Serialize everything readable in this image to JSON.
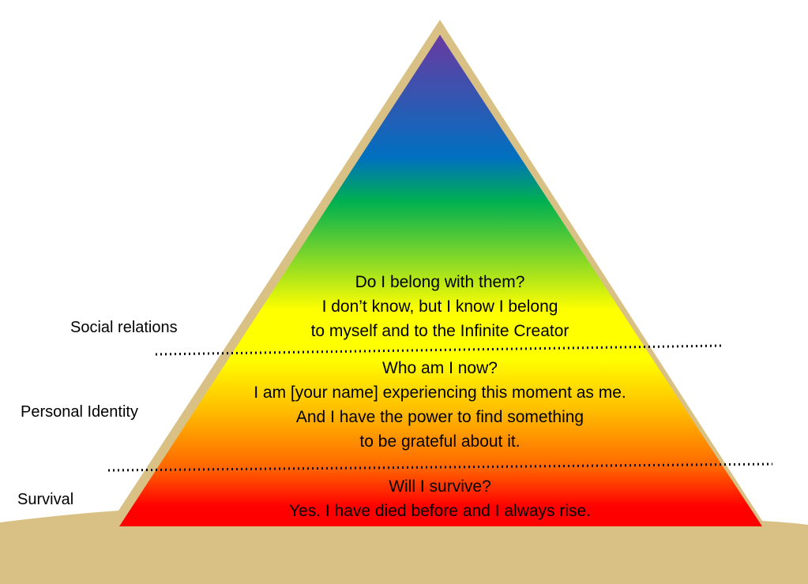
{
  "colors": {
    "ground": "#d9c185",
    "top": "#6a3aa0",
    "blue": "#0070c0",
    "green": "#00b050",
    "yellow": "#ffff00",
    "orange": "#ffc000",
    "red": "#ff0000"
  },
  "side_labels": [
    "Social relations",
    "Personal Identity",
    "Survival"
  ],
  "tiers": [
    {
      "name": "social",
      "lines": [
        "Do I belong with them?",
        "I don’t know, but I know I belong",
        "to myself and to the Infinite Creator"
      ]
    },
    {
      "name": "identity",
      "lines": [
        "Who am I now?",
        "I am [your name] experiencing this moment as me.",
        "And I have the power to find something",
        "to be grateful about it."
      ]
    },
    {
      "name": "survival",
      "lines": [
        "Will I survive?",
        "Yes. I have died before and I always rise."
      ]
    }
  ]
}
